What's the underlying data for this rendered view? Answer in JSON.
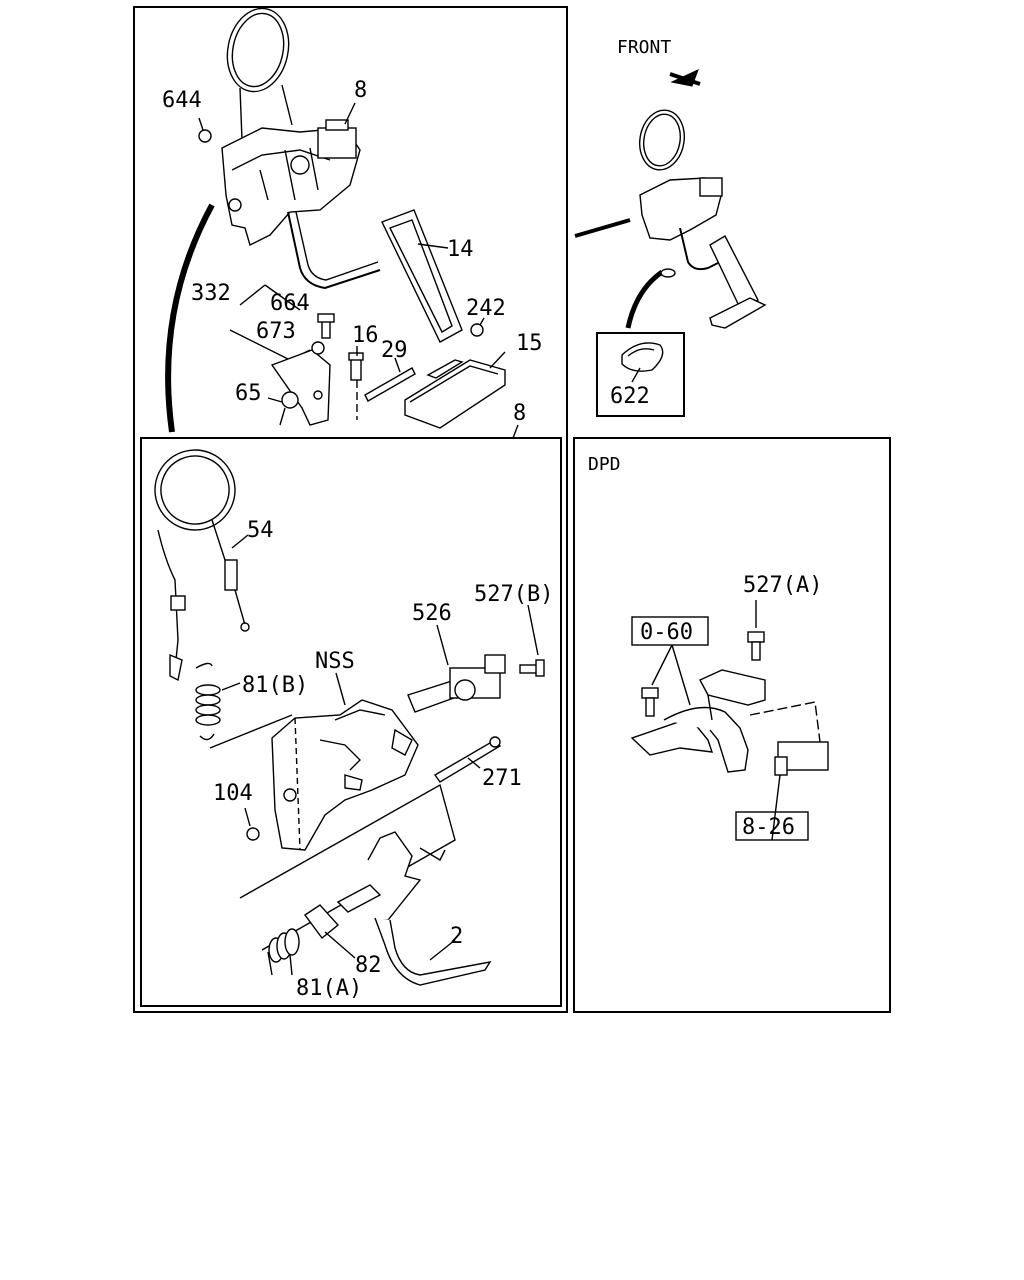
{
  "labels": {
    "front": "FRONT",
    "dpd": "DPD",
    "p644": "644",
    "p8_top": "8",
    "p14": "14",
    "p332": "332",
    "p664": "664",
    "p673": "673",
    "p16": "16",
    "p29": "29",
    "p242": "242",
    "p15": "15",
    "p65": "65",
    "p8_box": "8",
    "p622": "622",
    "p54": "54",
    "p526": "526",
    "p527b": "527(B)",
    "pNSS": "NSS",
    "p81b": "81(B)",
    "p271": "271",
    "p104": "104",
    "p2": "2",
    "p82": "82",
    "p81a": "81(A)",
    "p527a": "527(A)",
    "p060": "0-60",
    "p826": "8-26"
  }
}
